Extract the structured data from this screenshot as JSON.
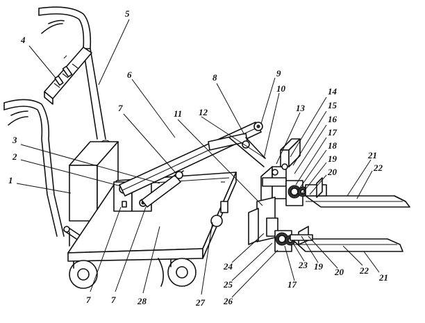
{
  "callouts": [
    {
      "id": "c5",
      "text": "5"
    },
    {
      "id": "c4",
      "text": "4"
    },
    {
      "id": "c6",
      "text": "6"
    },
    {
      "id": "c7a",
      "text": "7"
    },
    {
      "id": "c3",
      "text": "3"
    },
    {
      "id": "c2",
      "text": "2"
    },
    {
      "id": "c1",
      "text": "1"
    },
    {
      "id": "c8",
      "text": "8"
    },
    {
      "id": "c9",
      "text": "9"
    },
    {
      "id": "c10",
      "text": "10"
    },
    {
      "id": "c11",
      "text": "11"
    },
    {
      "id": "c12",
      "text": "12"
    },
    {
      "id": "c13",
      "text": "13"
    },
    {
      "id": "c14",
      "text": "14"
    },
    {
      "id": "c15",
      "text": "15"
    },
    {
      "id": "c16",
      "text": "16"
    },
    {
      "id": "c17a",
      "text": "17"
    },
    {
      "id": "c18",
      "text": "18"
    },
    {
      "id": "c19a",
      "text": "19"
    },
    {
      "id": "c20a",
      "text": "20"
    },
    {
      "id": "c21a",
      "text": "21"
    },
    {
      "id": "c22a",
      "text": "22"
    },
    {
      "id": "c24",
      "text": "24"
    },
    {
      "id": "c25",
      "text": "25"
    },
    {
      "id": "c26",
      "text": "26"
    },
    {
      "id": "c17b",
      "text": "17"
    },
    {
      "id": "c23",
      "text": "23"
    },
    {
      "id": "c19b",
      "text": "19"
    },
    {
      "id": "c20b",
      "text": "20"
    },
    {
      "id": "c22b",
      "text": "22"
    },
    {
      "id": "c21b",
      "text": "21"
    },
    {
      "id": "c7b",
      "text": "7"
    },
    {
      "id": "c7c",
      "text": "7"
    },
    {
      "id": "c28",
      "text": "28"
    },
    {
      "id": "c27",
      "text": "27"
    }
  ]
}
